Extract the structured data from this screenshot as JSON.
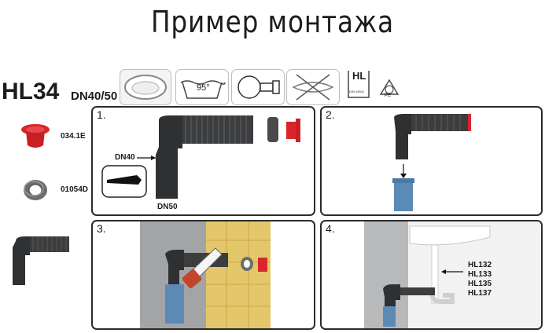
{
  "header": {
    "title": "Пример монтажа"
  },
  "product": {
    "model": "HL34",
    "dn": "DN40/50"
  },
  "icons": [
    {
      "name": "washbasin-icon"
    },
    {
      "name": "hot-water-icon",
      "text": "95°"
    },
    {
      "name": "siphon-connection-icon"
    },
    {
      "name": "no-bending-icon"
    },
    {
      "name": "hl-norm-icon",
      "text": "HL",
      "subtext": "DIN 19541"
    },
    {
      "name": "pe-recycle-icon",
      "text": "PE"
    }
  ],
  "parts": [
    {
      "code": "034.1E",
      "icon": "red-plug-icon",
      "color": "#d9262a"
    },
    {
      "code": "01054D",
      "icon": "rubber-seal-icon",
      "color": "#6a6a6a"
    }
  ],
  "steps": [
    {
      "number": "1.",
      "labels": {
        "dn40": "DN40",
        "dn50": "DN50"
      }
    },
    {
      "number": "2."
    },
    {
      "number": "3."
    },
    {
      "number": "4.",
      "codes": [
        "HL132",
        "HL133",
        "HL135",
        "HL137"
      ]
    }
  ],
  "colors": {
    "pipe": "#3c3e40",
    "red": "#d9262a",
    "blue": "#5b8bb5",
    "wall": "#e3c76a"
  }
}
